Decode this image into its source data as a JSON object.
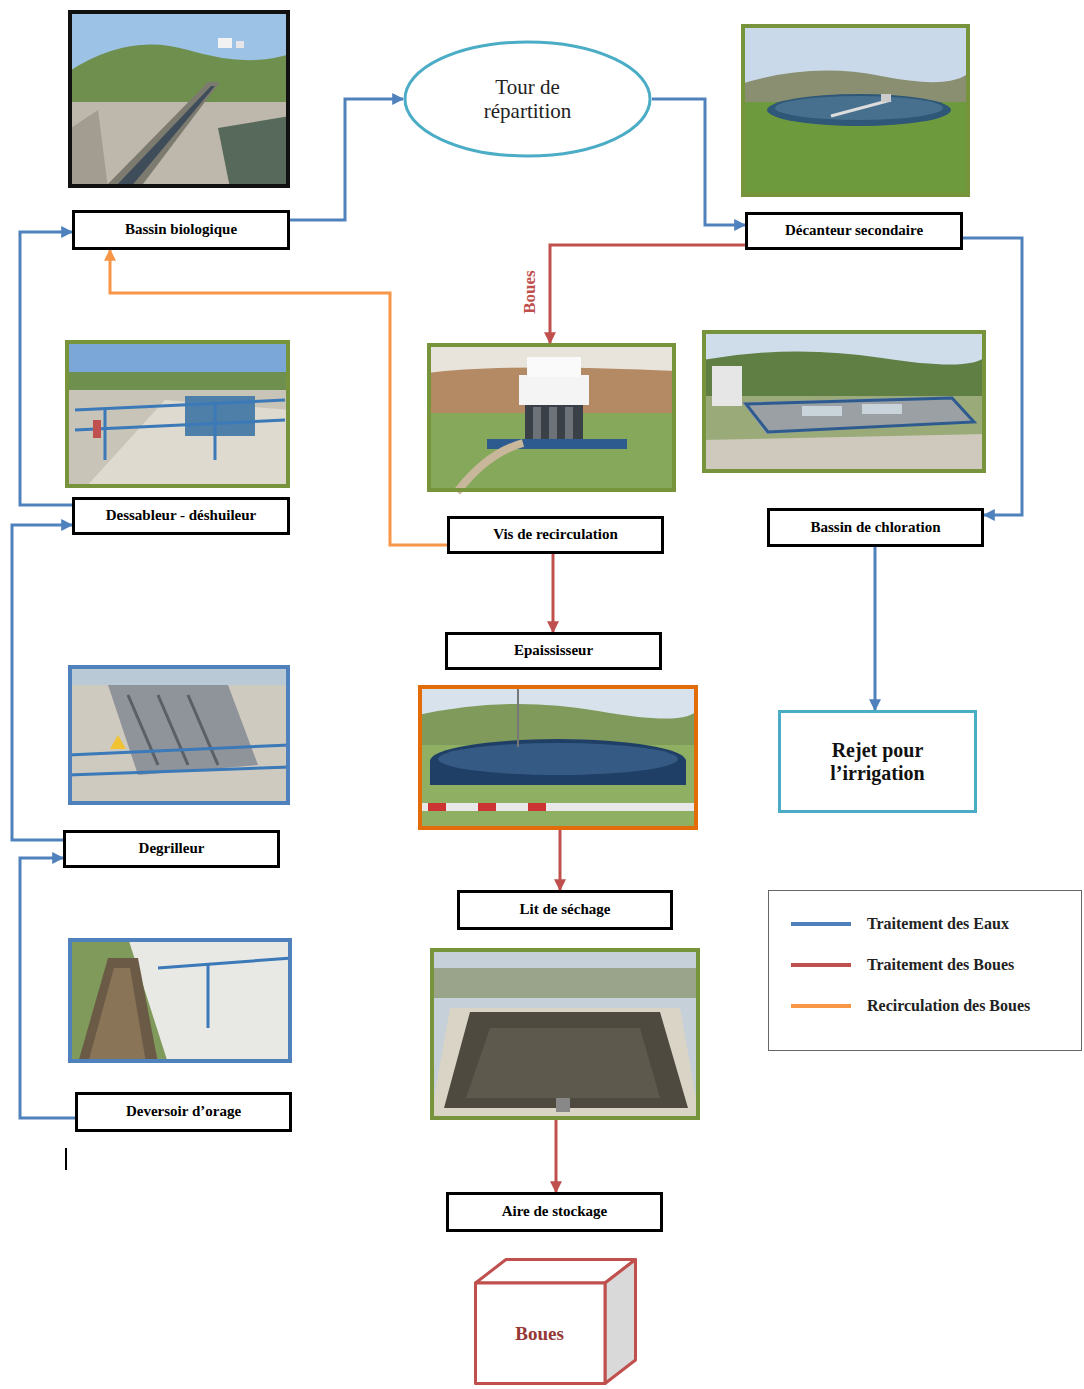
{
  "diagram": {
    "nodes": [
      {
        "text": [
          "Bassin biologique"
        ]
      },
      {
        "text": [
          "Tour de répartition"
        ]
      },
      {
        "text": [
          "Décanteur secondaire"
        ]
      },
      {
        "text": [
          "Dessableur - déshuileur"
        ]
      },
      {
        "text": [
          "Vis de recirculation"
        ]
      },
      {
        "text": [
          "Bassin de chloration"
        ]
      },
      {
        "text": [
          "Epaississeur"
        ]
      },
      {
        "text": [
          "Degrilleur"
        ]
      },
      {
        "text": [
          "Lit de séchage"
        ]
      },
      {
        "text": [
          "Rejet pour l’irrigation"
        ]
      },
      {
        "text": [
          "Deversoir d’orage"
        ]
      },
      {
        "text": [
          "Aire de stockage"
        ]
      },
      {
        "text": [
          "Boues"
        ]
      }
    ],
    "edges": [
      {
        "from": 10,
        "to": 7,
        "arrow": "to"
      },
      {
        "from": 7,
        "to": 3,
        "arrow": "to"
      },
      {
        "from": 3,
        "to": 0,
        "arrow": "to"
      },
      {
        "from": 0,
        "to": 1,
        "arrow": "to"
      },
      {
        "from": 1,
        "to": 2,
        "arrow": "to"
      },
      {
        "from": 2,
        "to": 5,
        "arrow": "to"
      },
      {
        "from": 5,
        "to": 9,
        "arrow": "to"
      },
      {
        "from": 2,
        "to": 4,
        "label": "Boues",
        "arrow": "to"
      },
      {
        "from": 4,
        "to": 6,
        "arrow": "to"
      },
      {
        "from": 6,
        "to": 8,
        "arrow": "to"
      },
      {
        "from": 8,
        "to": 11,
        "arrow": "to"
      },
      {
        "from": 4,
        "to": 0,
        "arrow": "to"
      }
    ],
    "legend": [
      {
        "text": "Traitement des Eaux",
        "color": "#4f81bd"
      },
      {
        "text": "Traitement des Boues",
        "color": "#c0504d"
      },
      {
        "text": "Recirculation des Boues",
        "color": "#f79646"
      }
    ]
  }
}
